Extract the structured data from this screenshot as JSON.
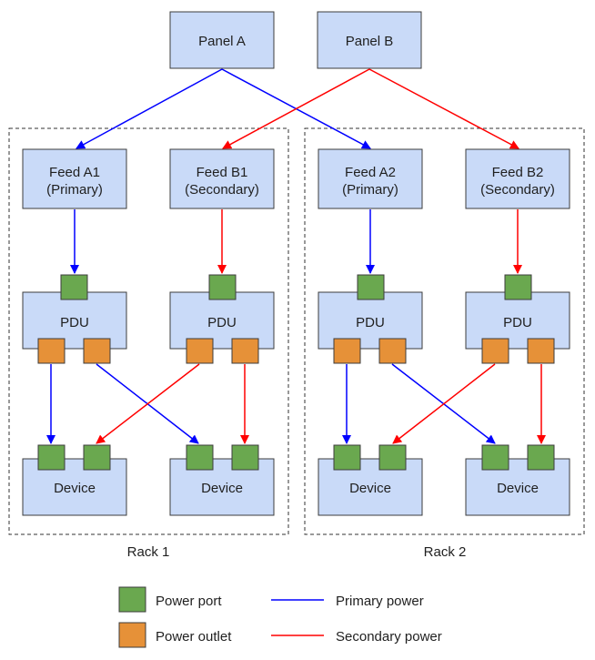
{
  "panels": {
    "a": "Panel A",
    "b": "Panel B"
  },
  "racks": [
    {
      "label": "Rack 1",
      "feeds": [
        {
          "line1": "Feed A1",
          "line2": "(Primary)"
        },
        {
          "line1": "Feed B1",
          "line2": "(Secondary)"
        }
      ],
      "pdu_label": "PDU",
      "device_label": "Device"
    },
    {
      "label": "Rack 2",
      "feeds": [
        {
          "line1": "Feed A2",
          "line2": "(Primary)"
        },
        {
          "line1": "Feed B2",
          "line2": "(Secondary)"
        }
      ],
      "pdu_label": "PDU",
      "device_label": "Device"
    }
  ],
  "legend": {
    "port": "Power port",
    "outlet": "Power outlet",
    "primary": "Primary power",
    "secondary": "Secondary power"
  },
  "colors": {
    "box_fill": "#c9daf8",
    "box_stroke": "#3c3c3c",
    "port_fill": "#6aa84f",
    "outlet_fill": "#e69138",
    "primary": "#0000ff",
    "secondary": "#ff0000"
  }
}
